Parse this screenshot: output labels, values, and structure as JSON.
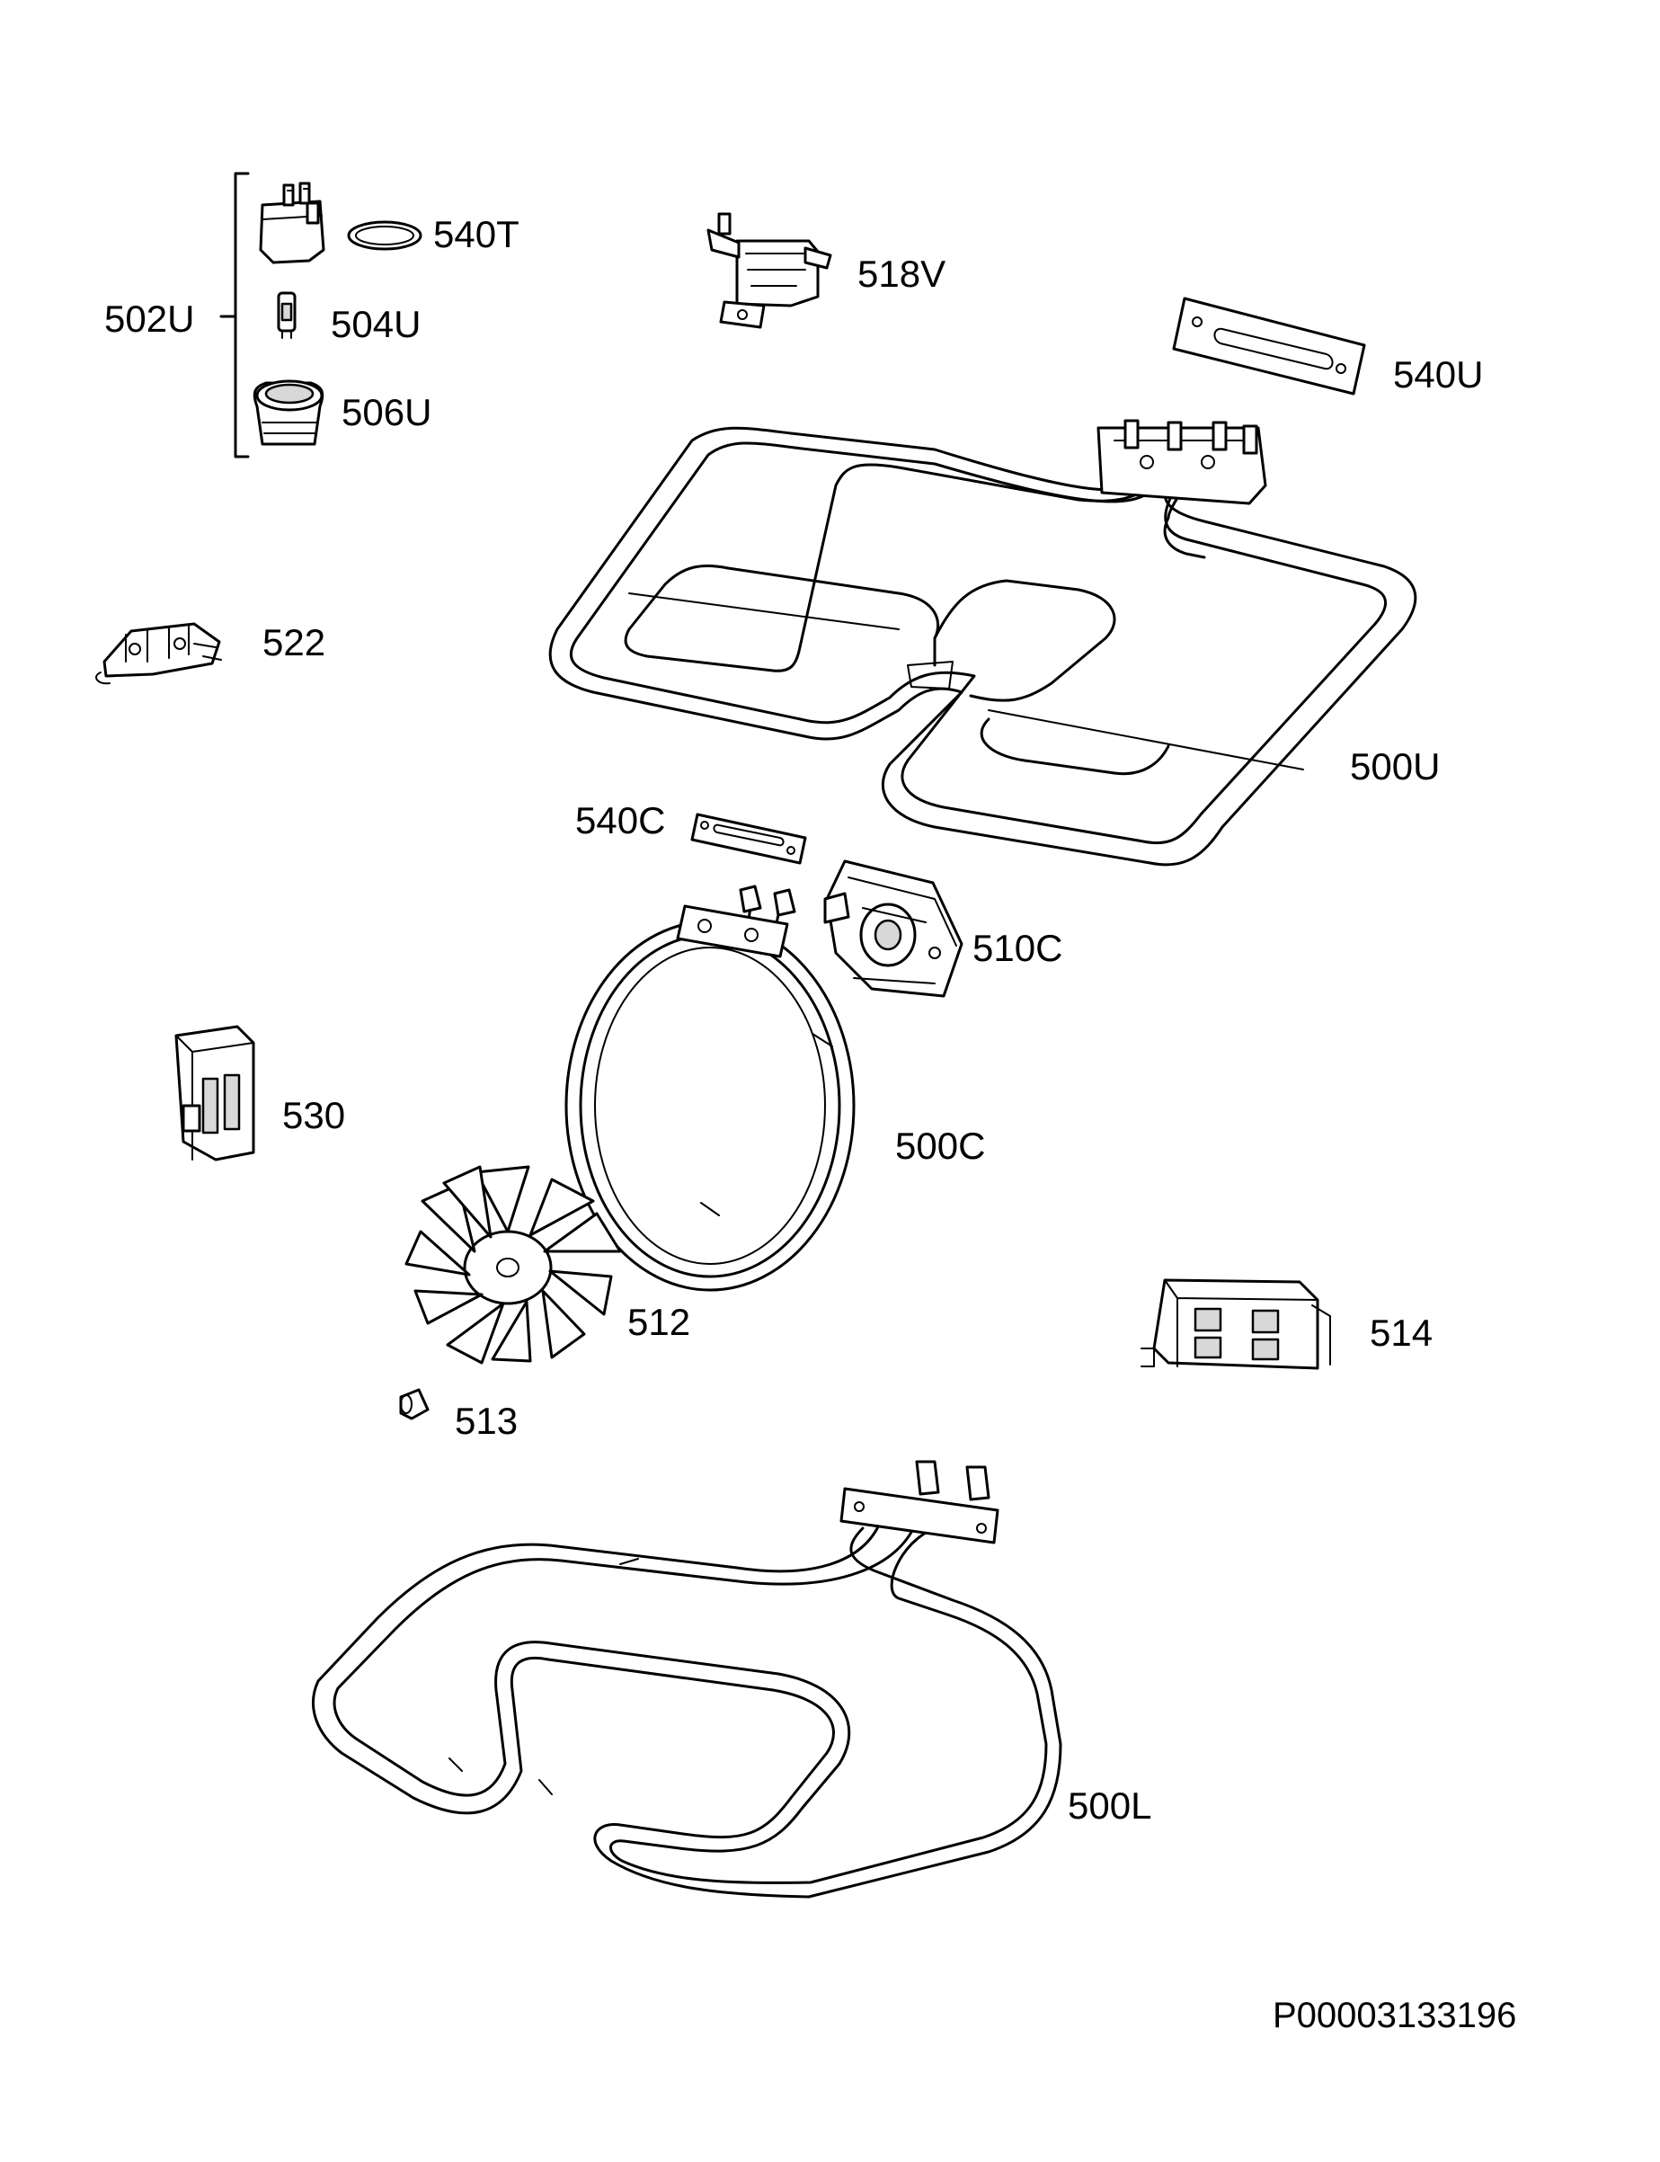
{
  "labels": {
    "p502U": "502U",
    "p540T": "540T",
    "p504U": "504U",
    "p506U": "506U",
    "p518V": "518V",
    "p540U": "540U",
    "p522": "522",
    "p500U": "500U",
    "p540C": "540C",
    "p510C": "510C",
    "p530": "530",
    "p500C": "500C",
    "p512": "512",
    "p513": "513",
    "p514": "514",
    "p500L": "500L"
  },
  "document_code": "P00003133196"
}
